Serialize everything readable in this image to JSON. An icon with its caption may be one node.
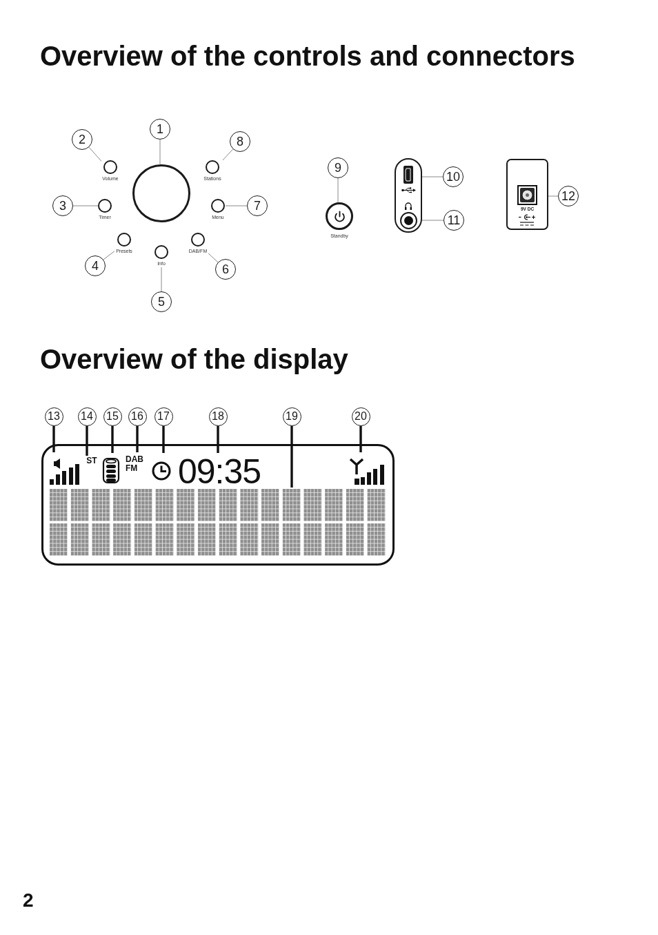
{
  "diagram": {
    "title": "Overview of the controls and connectors",
    "nodes": [
      {
        "text": [
          "1"
        ]
      },
      {
        "text": [],
        "shape": "circle"
      },
      {
        "text": [
          "2"
        ]
      },
      {
        "text": [],
        "shape": "circle",
        "beside": [
          "Volume"
        ]
      },
      {
        "text": [
          "3"
        ]
      },
      {
        "text": [],
        "shape": "circle",
        "beside": [
          "Timer"
        ]
      },
      {
        "text": [
          "4"
        ]
      },
      {
        "text": [],
        "shape": "circle",
        "beside": [
          "Presets"
        ]
      },
      {
        "text": [
          "5"
        ]
      },
      {
        "text": [],
        "shape": "circle",
        "beside": [
          "Info"
        ]
      },
      {
        "text": [
          "6"
        ]
      },
      {
        "text": [],
        "shape": "circle",
        "beside": [
          "DAB/FM"
        ]
      },
      {
        "text": [
          "7"
        ]
      },
      {
        "text": [],
        "shape": "circle",
        "beside": [
          "Menu"
        ]
      },
      {
        "text": [
          "8"
        ]
      },
      {
        "text": [],
        "shape": "circle",
        "beside": [
          "Stations"
        ]
      },
      {
        "text": [
          "9"
        ]
      },
      {
        "text": [],
        "shape": "circle",
        "beside": [
          "Standby"
        ]
      },
      {
        "text": [],
        "shape": "box"
      },
      {
        "text": [
          "10"
        ]
      },
      {
        "text": [],
        "shape": "box",
        "in": 18
      },
      {
        "text": [
          "11"
        ]
      },
      {
        "text": [],
        "shape": "circle",
        "in": 18
      },
      {
        "text": [
          "9V DC"
        ]
      },
      {
        "text": [
          "12"
        ]
      },
      {
        "text": [],
        "shape": "box",
        "in": 23
      },
      {
        "text": [],
        "shape": "box"
      },
      {
        "text": [
          "13"
        ]
      },
      {
        "text": [],
        "shape": "picture",
        "in": 26
      },
      {
        "text": [
          "14"
        ]
      },
      {
        "text": [
          "ST"
        ],
        "in": 26
      },
      {
        "text": [
          "15"
        ]
      },
      {
        "text": [],
        "shape": "picture",
        "in": 26
      },
      {
        "text": [
          "16"
        ]
      },
      {
        "text": [
          "DAB",
          "FM"
        ],
        "in": 26
      },
      {
        "text": [
          "17"
        ]
      },
      {
        "text": [],
        "shape": "picture",
        "in": 26
      },
      {
        "text": [
          "18"
        ]
      },
      {
        "text": [
          "09:35"
        ],
        "in": 26
      },
      {
        "text": [
          "19"
        ]
      },
      {
        "text": [],
        "shape": "picture",
        "in": 26
      },
      {
        "text": [
          "20"
        ]
      },
      {
        "text": [],
        "shape": "picture",
        "in": 26
      }
    ],
    "edges": [
      {
        "from": 0,
        "to": 1,
        "arrow": "none"
      },
      {
        "from": 2,
        "to": 3,
        "arrow": "none"
      },
      {
        "from": 4,
        "to": 5,
        "arrow": "none"
      },
      {
        "from": 6,
        "to": 7,
        "arrow": "none"
      },
      {
        "from": 8,
        "to": 9,
        "arrow": "none"
      },
      {
        "from": 10,
        "to": 11,
        "arrow": "none"
      },
      {
        "from": 12,
        "to": 13,
        "arrow": "none"
      },
      {
        "from": 14,
        "to": 15,
        "arrow": "none"
      },
      {
        "from": 16,
        "to": 17,
        "arrow": "none"
      },
      {
        "from": 19,
        "to": 20,
        "arrow": "none"
      },
      {
        "from": 21,
        "to": 22,
        "arrow": "none"
      },
      {
        "from": 24,
        "to": 25,
        "arrow": "none"
      },
      {
        "from": 27,
        "to": 28,
        "arrow": "none",
        "style": "thick",
        "color": "#111111"
      },
      {
        "from": 29,
        "to": 30,
        "arrow": "none",
        "style": "thick",
        "color": "#111111"
      },
      {
        "from": 31,
        "to": 32,
        "arrow": "none",
        "style": "thick",
        "color": "#111111"
      },
      {
        "from": 33,
        "to": 34,
        "arrow": "none",
        "style": "thick",
        "color": "#111111"
      },
      {
        "from": 35,
        "to": 36,
        "arrow": "none",
        "style": "thick",
        "color": "#111111"
      },
      {
        "from": 37,
        "to": 38,
        "arrow": "none",
        "style": "thick",
        "color": "#111111"
      },
      {
        "from": 39,
        "to": 40,
        "arrow": "none",
        "style": "thick",
        "color": "#111111"
      },
      {
        "from": 41,
        "to": 42,
        "arrow": "none",
        "style": "thick",
        "color": "#111111"
      }
    ],
    "labels": [
      "Overview of the display",
      "2"
    ]
  }
}
